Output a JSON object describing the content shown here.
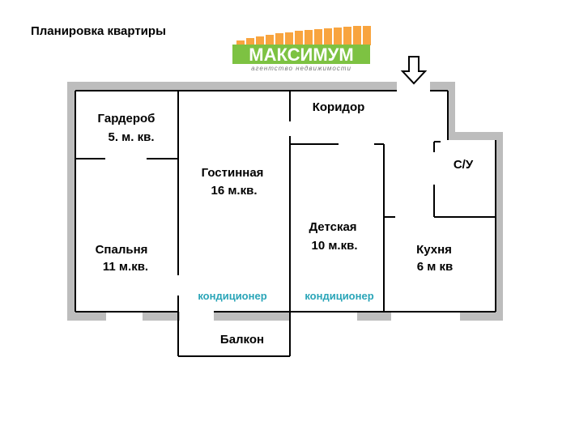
{
  "title": "Планировка квартиры",
  "logo": {
    "name": "МАКСИМУМ",
    "tagline": "агентство недвижимости",
    "colors": {
      "green": "#7dc242",
      "orange": "#f7941d"
    }
  },
  "rooms": {
    "wardrobe": {
      "name": "Гардероб",
      "area": "5. м. кв."
    },
    "living": {
      "name": "Гостинная",
      "area": "16 м.кв."
    },
    "corridor": {
      "name": "Коридор"
    },
    "bath": {
      "name": "С/У"
    },
    "bedroom": {
      "name": "Спальня",
      "area": "11 м.кв."
    },
    "kids": {
      "name": "Детская",
      "area": "10 м.кв."
    },
    "kitchen": {
      "name": "Кухня",
      "area": "6 м кв"
    },
    "balcony": {
      "name": "Балкон"
    }
  },
  "notes": {
    "ac_living": "кондиционер",
    "ac_kids": "кондиционер"
  },
  "colors": {
    "outer_wall": "#bdbdbd",
    "inner_wall": "#000000",
    "note": "#2aa5b8"
  },
  "entrance_icon": "down-arrow-icon"
}
